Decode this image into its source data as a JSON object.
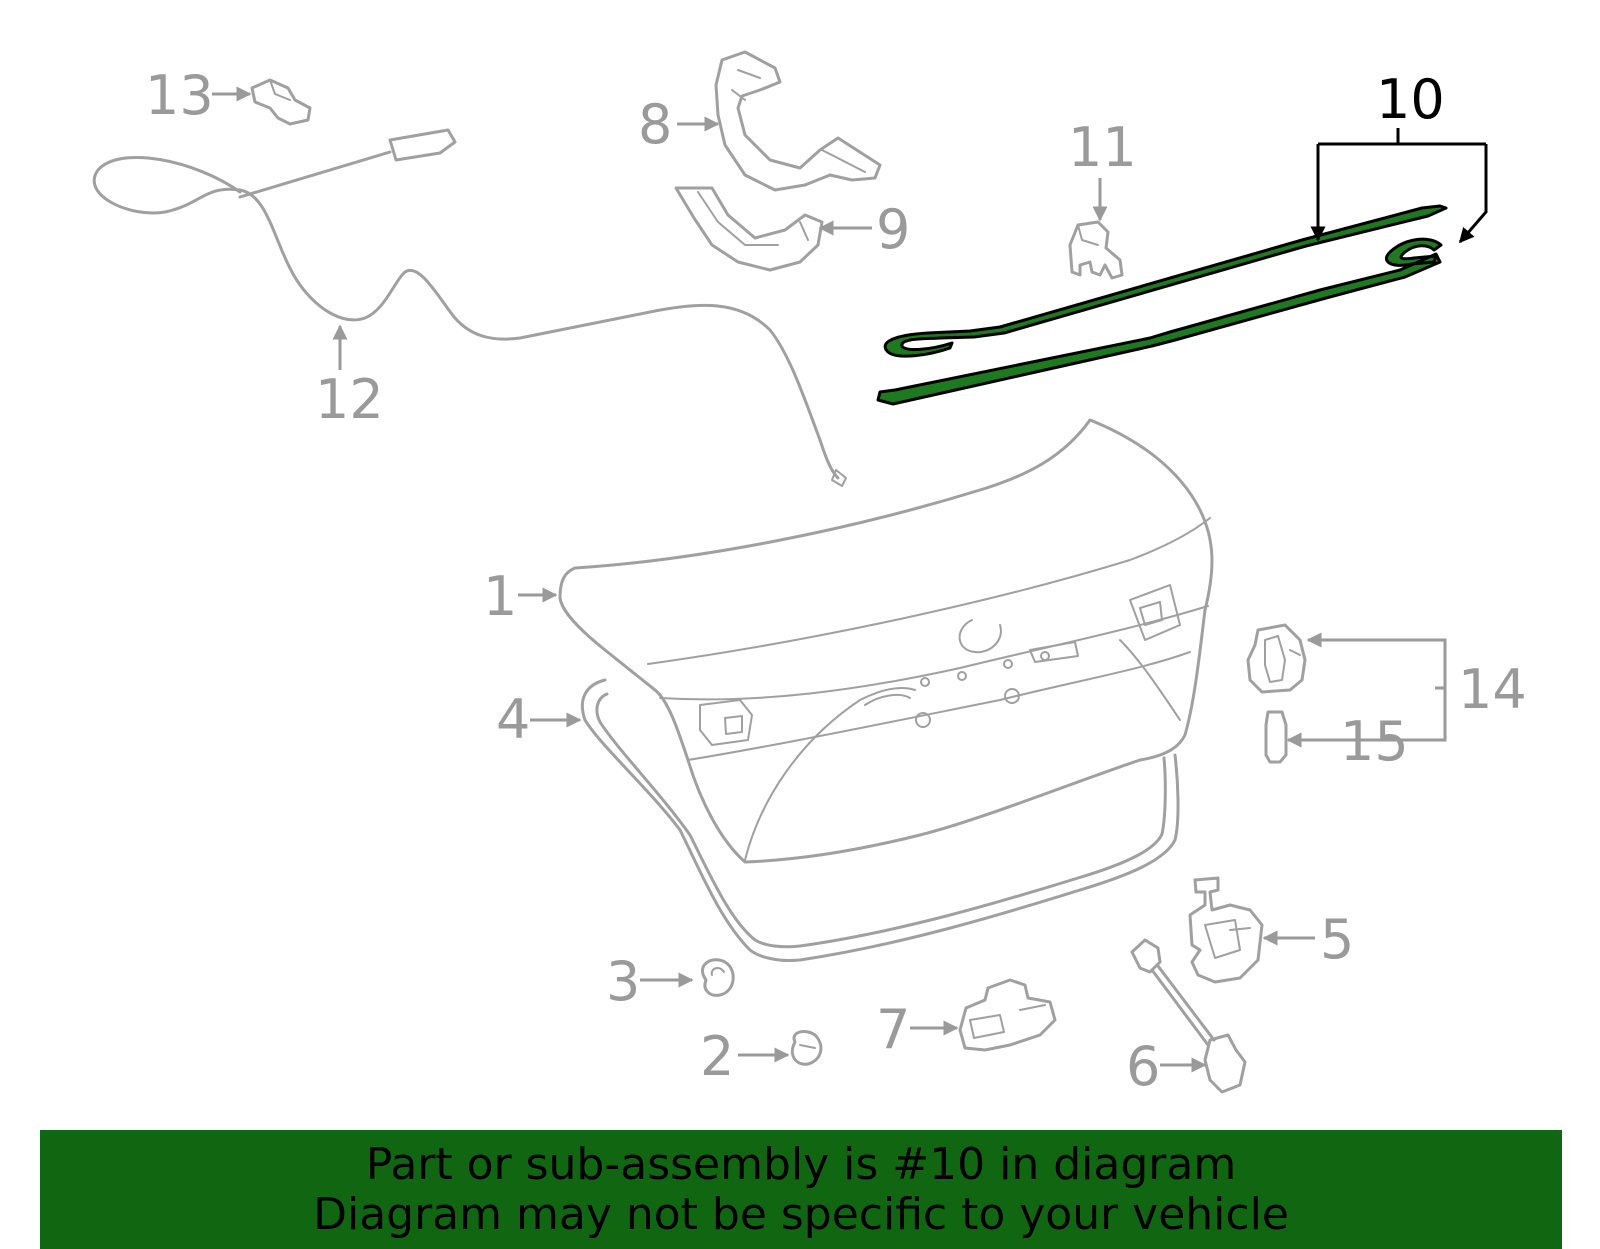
{
  "callouts": {
    "p1": "1",
    "p2": "2",
    "p3": "3",
    "p4": "4",
    "p5": "5",
    "p6": "6",
    "p7": "7",
    "p8": "8",
    "p9": "9",
    "p10": "10",
    "p11": "11",
    "p12": "12",
    "p13": "13",
    "p14": "14",
    "p15": "15"
  },
  "highlight": {
    "part": "10",
    "color": "#1e7a1e",
    "banner_color": "#116611"
  },
  "banner": {
    "line1": "Part or sub-assembly is #10 in diagram",
    "line2": "Diagram may not be specific to your vehicle"
  }
}
